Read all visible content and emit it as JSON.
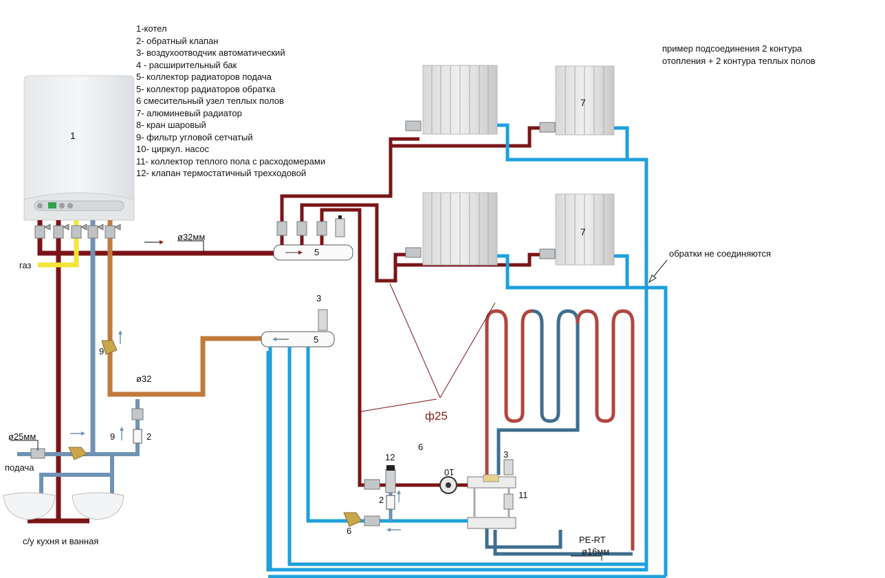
{
  "diagram": {
    "title_note": [
      "пример подсоединения 2 контура",
      "отопления + 2 контура теплых полов"
    ],
    "legend": [
      "1-котел",
      "2- обратный клапан",
      "3- воздухоотводчик автоматический",
      "4 - расширительный бак",
      "5- коллектор радиаторов подача",
      "5- коллектор радиаторов обратка",
      "6 смесительный узел теплых полов",
      "7- алюминевый радиатор",
      "8- кран шаровый",
      "9- фильтр угловой сетчатый",
      "10- циркул. насос",
      "11- коллектор теплого пола с расходомерами",
      "12- клапан термостатичный  трехходовой"
    ],
    "labels": {
      "boiler": "1",
      "gas": "газ",
      "supply_main_diameter": "ø32мм",
      "supply_collector": "5",
      "return_collector": "5",
      "air_vent_return": "3",
      "filter_boiler": "9",
      "return_diameter": "ø32",
      "check_valve": "2",
      "filter_water": "9",
      "water_diameter": "ø25мм",
      "water_supply": "подача",
      "sinks": "с/у кухня и  ванная",
      "radiator_top_right": "7",
      "radiator_bottom_right": "7",
      "returns_note": "обратки не соединяются",
      "pipe_diameter_25": "ф25",
      "mixing_unit": "6",
      "thermo_valve": "12",
      "pump": "10",
      "check_valve_mix": "2",
      "filter_mix": "6",
      "air_vent_floor": "3",
      "floor_collector": "11",
      "floor_pipe_type": "PE-RT",
      "floor_pipe_diameter": "ø16мм"
    },
    "colors": {
      "supply": "#7a1418",
      "return_radiator": "#1ea0dc",
      "gas": "#f5e43a",
      "cold_water": "#6f93b4",
      "boiler_return": "#c07a3c",
      "floor_hot": "#b0473f",
      "floor_cold": "#3e6f8f"
    }
  }
}
